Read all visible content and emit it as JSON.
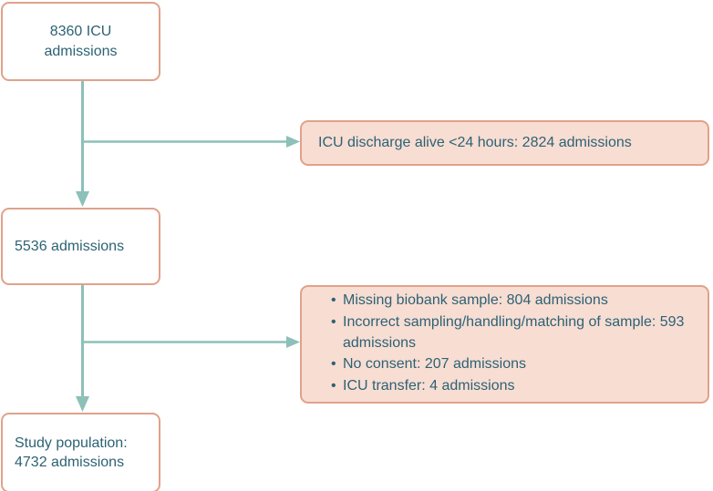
{
  "diagram": {
    "type": "study-flow-diagram",
    "colors": {
      "box_border": "#e0a28b",
      "box_fill_primary": "#ffffff",
      "box_fill_exclusion": "#f8ddd3",
      "text": "#2c6274",
      "connector": "#8cc0b8"
    },
    "nodes": {
      "cohort_total": {
        "label": "8360 ICU\nadmissions",
        "count": 8360
      },
      "cohort_remaining": {
        "label": "5536 admissions",
        "count": 5536
      },
      "study_population": {
        "label": "Study population:\n4732 admissions",
        "count": 4732
      },
      "exclusion_early_discharge": {
        "label": "ICU discharge alive <24 hours: 2824 admissions",
        "count": 2824
      },
      "exclusion_list": {
        "items": [
          {
            "label": "Missing biobank sample: 804 admissions",
            "count": 804
          },
          {
            "label": "Incorrect sampling/handling/matching of sample: 593 admissions",
            "count": 593
          },
          {
            "label": "No consent: 207 admissions",
            "count": 207
          },
          {
            "label": "ICU transfer: 4 admissions",
            "count": 4
          }
        ]
      }
    }
  }
}
